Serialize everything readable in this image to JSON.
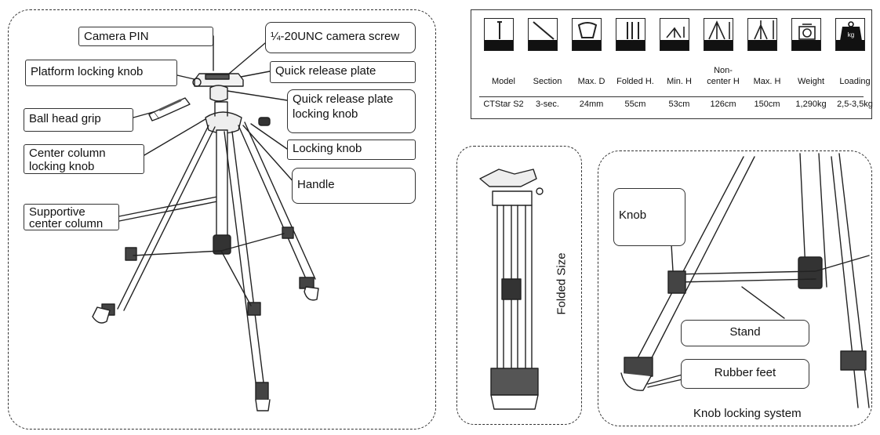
{
  "callouts": {
    "camera_pin": "Camera PIN",
    "camera_screw": "¼-20UNC camera screw",
    "platform_knob": "Platform locking knob",
    "qr_plate": "Quick release plate",
    "ball_grip": "Ball head grip",
    "qr_plate_knob_1": "Quick release plate",
    "qr_plate_knob_2": "locking knob",
    "center_col_knob_1": "Center column",
    "center_col_knob_2": "locking knob",
    "locking_knob": "Locking knob",
    "handle": "Handle",
    "support_col_1": "Supportive",
    "support_col_2": "center column"
  },
  "spec": {
    "icons": [
      "leg-section-icon",
      "diameter-icon",
      "leg-diameter-icon",
      "folded-height-icon",
      "min-height-icon",
      "non-center-height-icon",
      "max-height-icon",
      "weight-scale-icon",
      "load-weight-icon"
    ],
    "headers": [
      "Model",
      "Section",
      "Max. D",
      "Folded H.",
      "Min. H",
      "Non-\ncenter H",
      "Max. H",
      "Weight",
      "Loading"
    ],
    "values": [
      "CTStar S2",
      "3-sec.",
      "24mm",
      "55cm",
      "53cm",
      "126cm",
      "150cm",
      "1,290kg",
      "2,5-3,5kg"
    ],
    "kg_text": "kg"
  },
  "folded": {
    "title": "Folded Size"
  },
  "knob_system": {
    "knob": "Knob",
    "stand": "Stand",
    "rubber_feet": "Rubber feet",
    "caption": "Knob locking system"
  }
}
